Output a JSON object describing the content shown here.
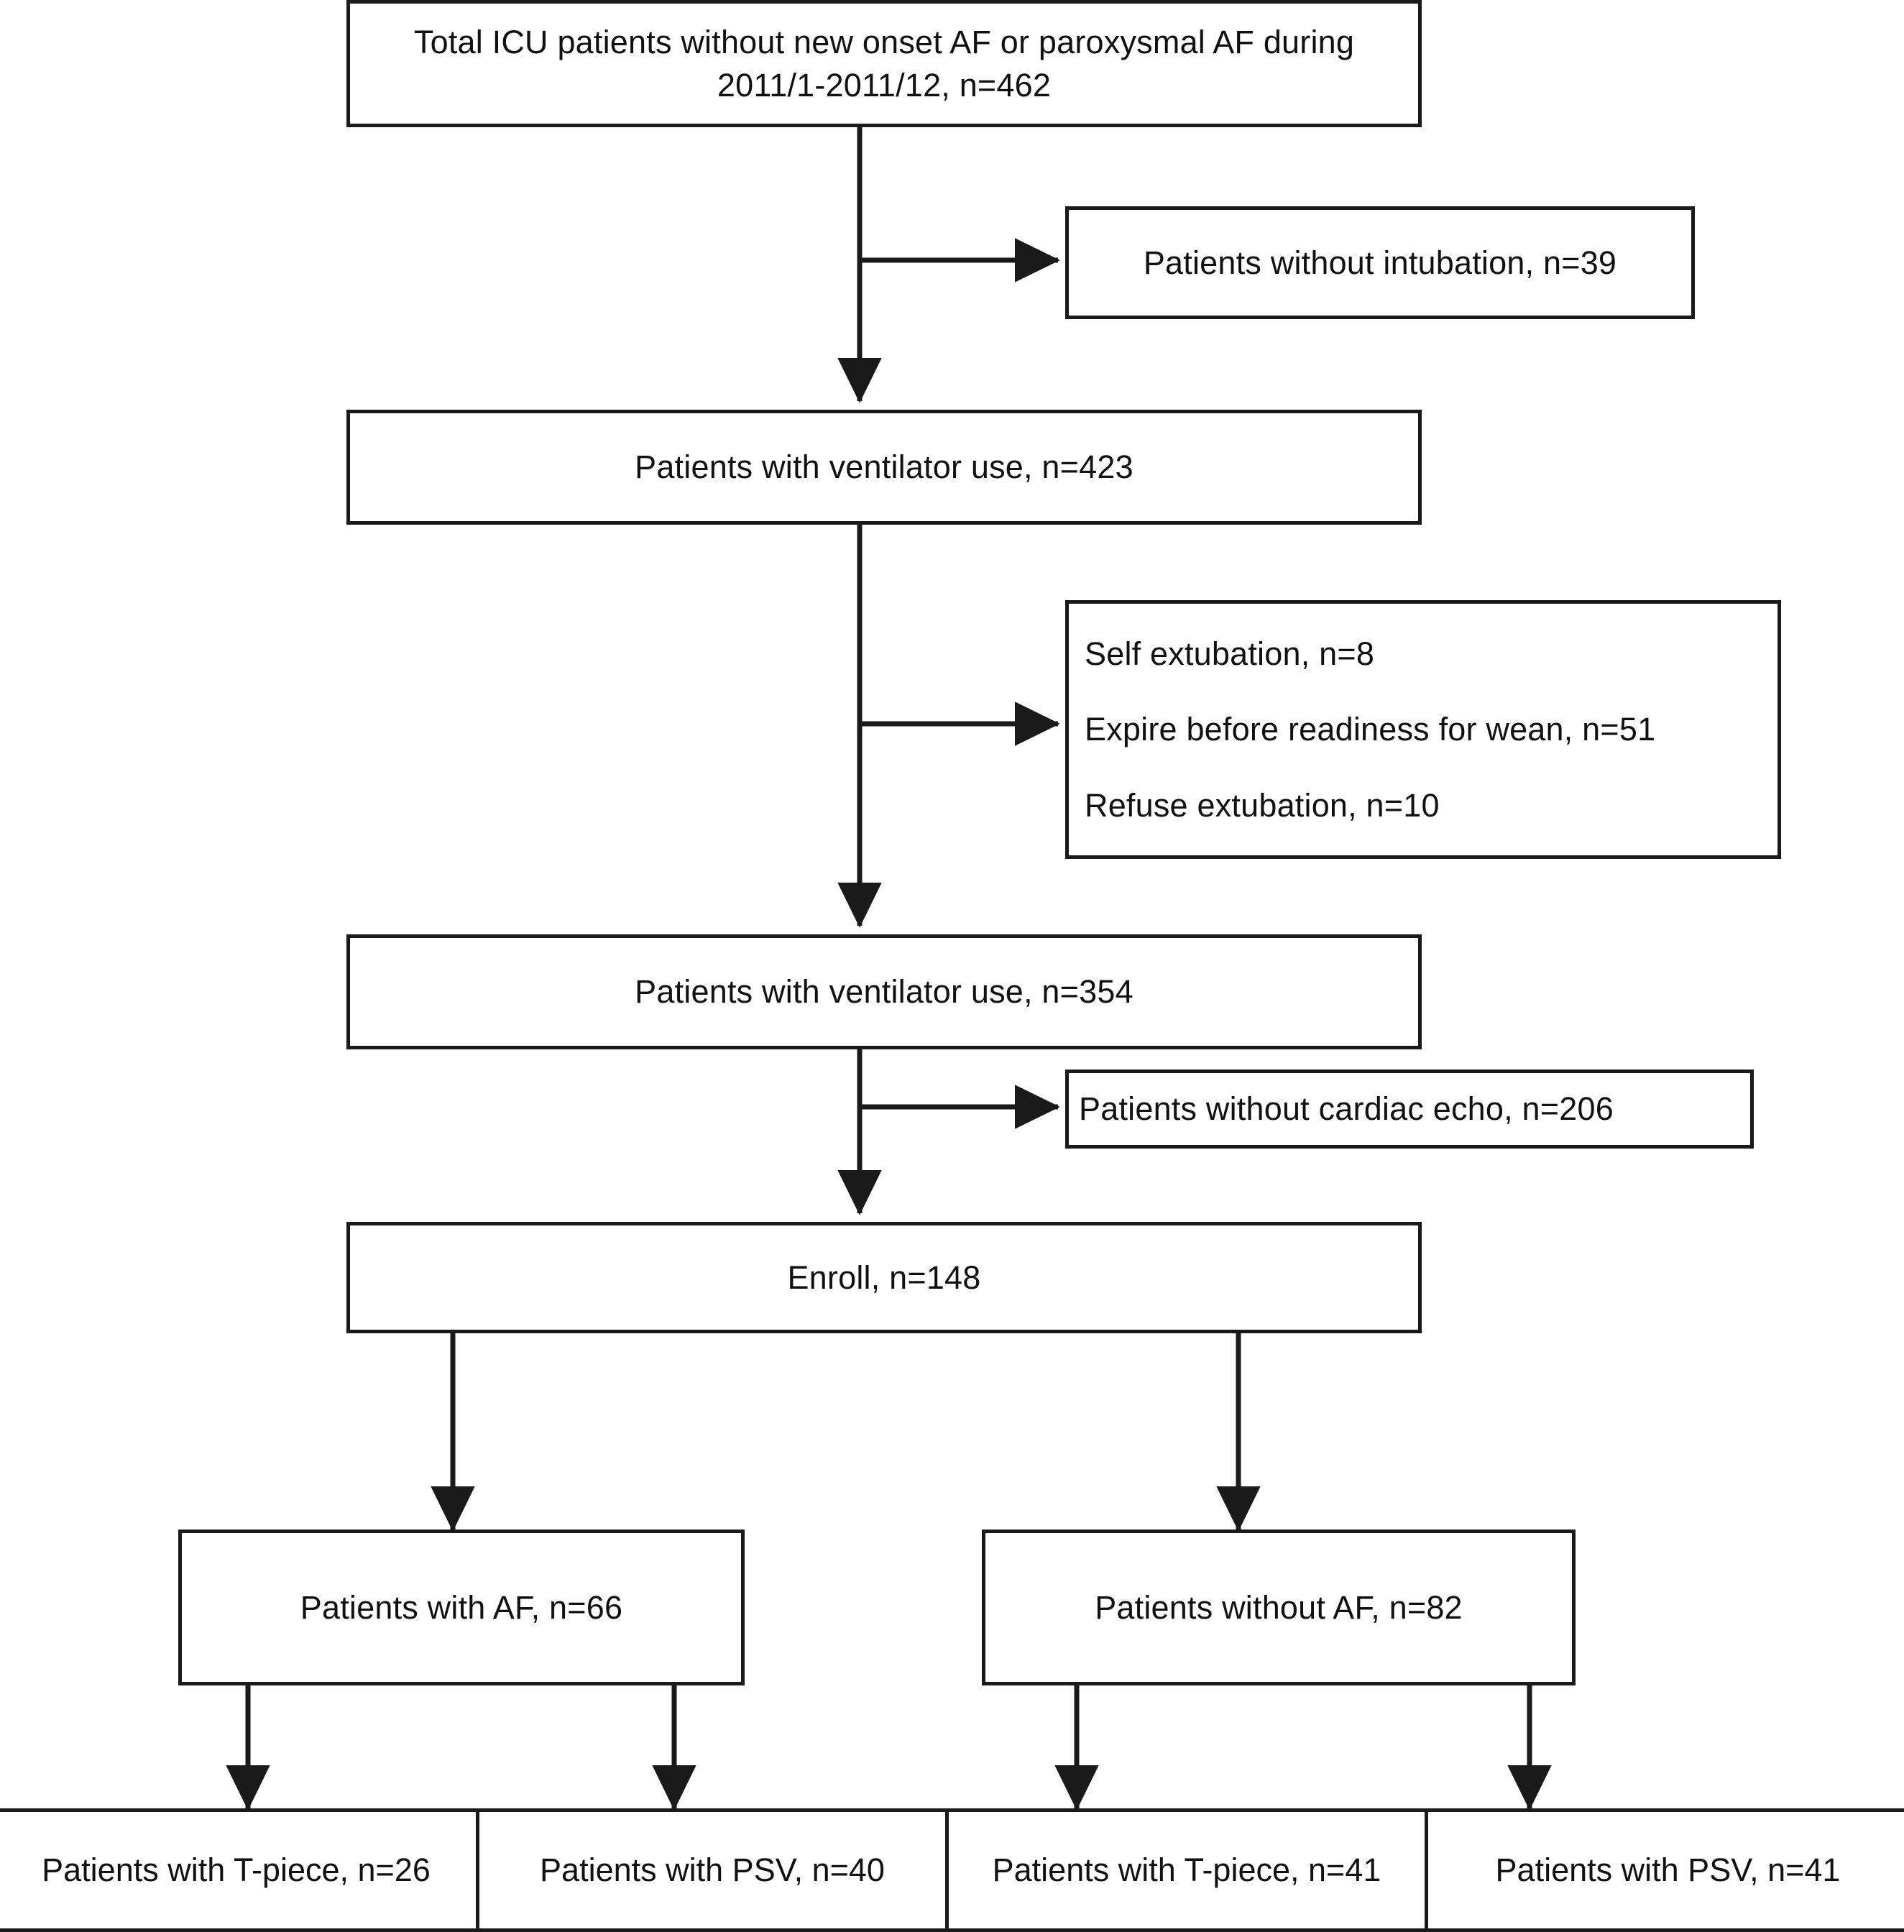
{
  "diagram": {
    "type": "patient-flow-consort",
    "title_text": "",
    "accent": "#1a1a1a",
    "background": "#ffffff"
  },
  "nodes": {
    "total_icu": {
      "line1": "Total ICU patients without new onset AF or paroxysmal AF during",
      "line2": "2011/1-2011/12, n=462"
    },
    "no_intubation": {
      "label": "Patients without intubation, n=39"
    },
    "ventilator_423": {
      "label": "Patients with ventilator use, n=423"
    },
    "exclusions": {
      "item1": "Self extubation, n=8",
      "item2": "Expire before readiness for wean, n=51",
      "item3": "Refuse extubation, n=10"
    },
    "ventilator_354": {
      "label": "Patients with ventilator use, n=354"
    },
    "no_cardiac_echo": {
      "label": "Patients without cardiac echo, n=206"
    },
    "enroll": {
      "label": "Enroll, n=148"
    },
    "with_af": {
      "label": "Patients with AF, n=66"
    },
    "without_af": {
      "label": "Patients without AF, n=82"
    },
    "af_tpiece": {
      "label": "Patients with T-piece, n=26"
    },
    "af_psv": {
      "label": "Patients with PSV, n=40"
    },
    "noaf_tpiece": {
      "label": "Patients with T-piece, n=41"
    },
    "noaf_psv": {
      "label": "Patients with PSV, n=41"
    }
  },
  "counts": {
    "total_icu": 462,
    "without_intubation": 39,
    "ventilator_use_first": 423,
    "self_extubation": 8,
    "expire_before_readiness": 51,
    "refuse_extubation": 10,
    "ventilator_use_second": 354,
    "without_cardiac_echo": 206,
    "enrolled": 148,
    "with_af": 66,
    "without_af": 82,
    "af_tpiece": 26,
    "af_psv": 40,
    "noaf_tpiece": 41,
    "noaf_psv": 41
  }
}
